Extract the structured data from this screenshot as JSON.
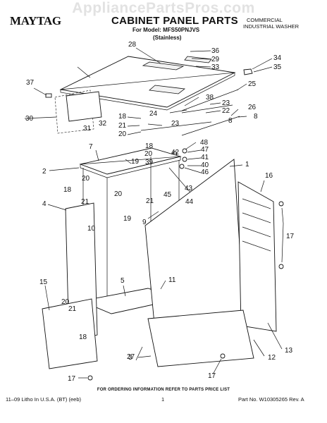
{
  "watermark": "AppliancePartsPros.com",
  "header": {
    "brand": "MAYTAG",
    "title": "CABINET PANEL PARTS",
    "model_line": "For Model: MFS50PNJVS",
    "variant": "(Stainless)",
    "category_line1": "COMMERCIAL",
    "category_line2": "INDUSTRIAL WASHER"
  },
  "callouts": [
    "28",
    "36",
    "29",
    "33",
    "34",
    "35",
    "37",
    "25",
    "30",
    "38",
    "23",
    "22",
    "26",
    "8",
    "31",
    "32",
    "18",
    "21",
    "20",
    "24",
    "23",
    "8",
    "48",
    "18",
    "20",
    "39",
    "42",
    "47",
    "41",
    "40",
    "46",
    "7",
    "1",
    "16",
    "2",
    "19",
    "20",
    "18",
    "43",
    "45",
    "44",
    "4",
    "21",
    "20",
    "21",
    "19",
    "10",
    "9",
    "17",
    "5",
    "11",
    "15",
    "20",
    "21",
    "18",
    "27",
    "3",
    "12",
    "13",
    "17",
    "17"
  ],
  "footer": {
    "order_note": "FOR ORDERING INFORMATION REFER TO PARTS PRICE LIST",
    "left": "11–09 Litho In U.S.A. (BT) (eeb)",
    "page": "1",
    "right": "Part No. W10305265 Rev. A"
  }
}
